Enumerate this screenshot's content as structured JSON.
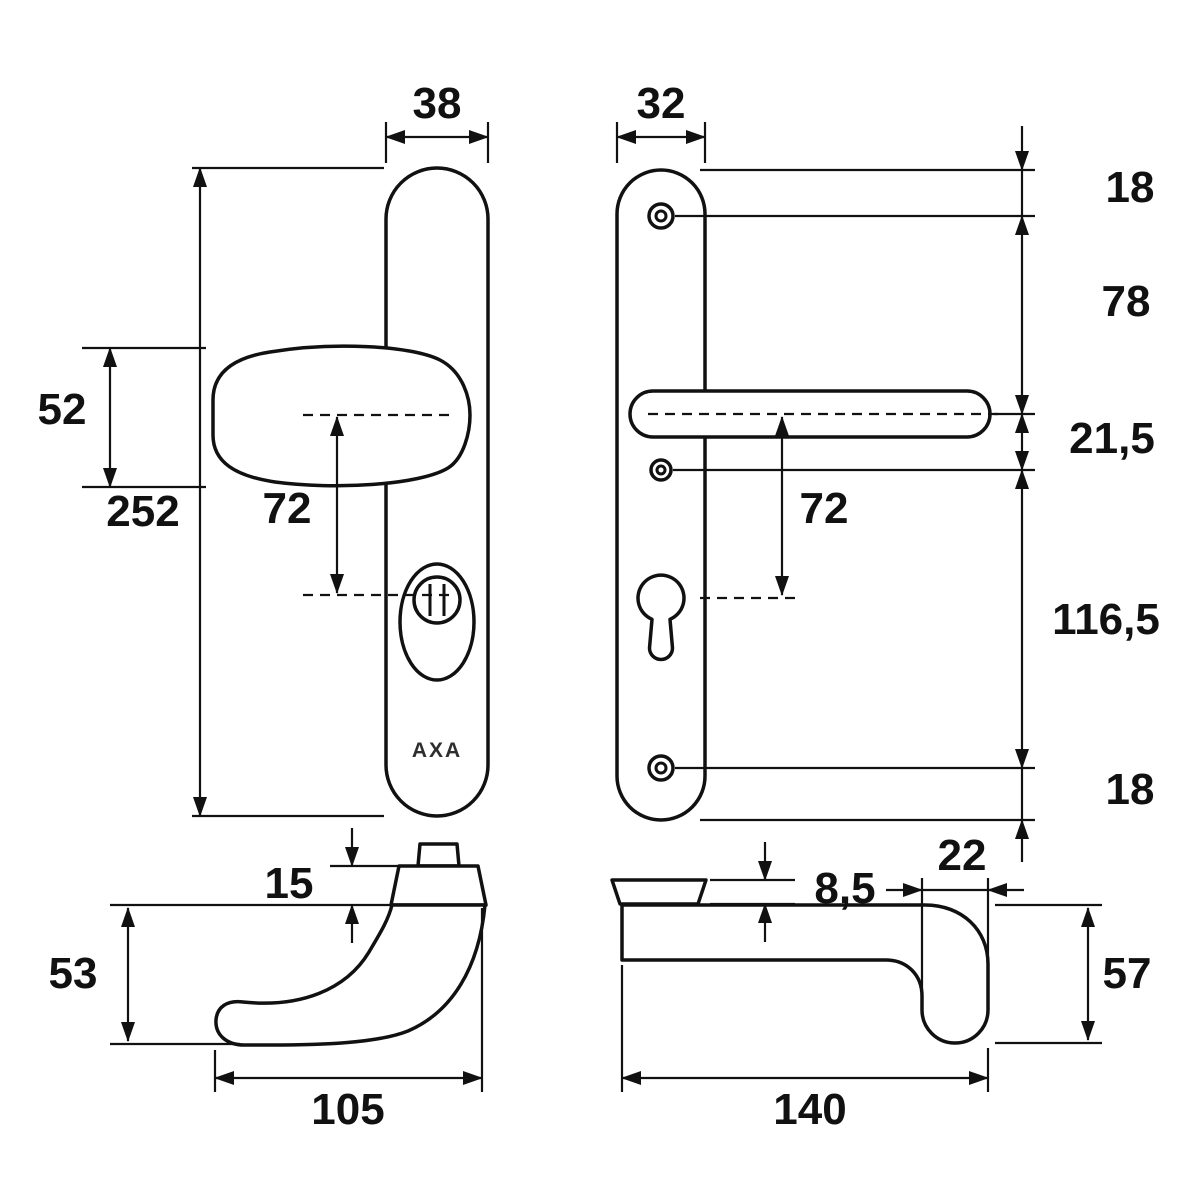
{
  "drawing": {
    "brand": "AXA",
    "colors": {
      "line": "#111111",
      "background": "#ffffff"
    },
    "front_left": {
      "plate_width": "38",
      "plate_height": "252",
      "knob_height": "52",
      "knob_to_cylinder": "72"
    },
    "front_right": {
      "plate_width": "32",
      "top_edge_to_screw": "18",
      "screw_to_handle": "78",
      "handle_to_screw": "21,5",
      "handle_to_cylinder": "72",
      "screw_to_screw": "116,5",
      "screw_to_bottom_edge": "18"
    },
    "side_left": {
      "neck_height": "15",
      "grip_depth": "53",
      "grip_length": "105"
    },
    "side_right": {
      "neck_height": "8,5",
      "grip_width": "22",
      "grip_depth": "57",
      "grip_length": "140"
    }
  }
}
